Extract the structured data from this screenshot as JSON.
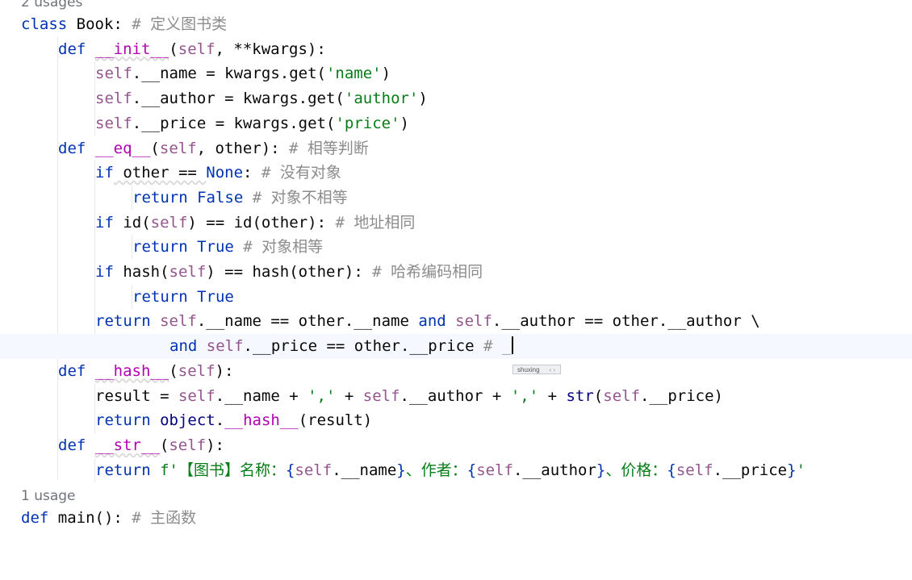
{
  "usage_hints": {
    "top": "2 usages",
    "bottom": "1 usage"
  },
  "code": {
    "l1": {
      "kw": "class",
      "name": " Book:",
      "cm": " # ",
      "cmt": "定义图书类"
    },
    "l2": {
      "kw": "def",
      "name": "__init__",
      "p1": "(",
      "self": "self",
      "rest": ", **kwargs):"
    },
    "l3": {
      "self": "self",
      "a": ".__name = kwargs.get(",
      "str": "'name'",
      "b": ")"
    },
    "l4": {
      "self": "self",
      "a": ".__author = kwargs.get(",
      "str": "'author'",
      "b": ")"
    },
    "l5": {
      "self": "self",
      "a": ".__price = kwargs.get(",
      "str": "'price'",
      "b": ")"
    },
    "l6": {
      "kw": "def",
      "name": "__eq__",
      "p1": "(",
      "self": "self",
      "rest": ", other):",
      "cm": " # ",
      "cmt": "相等判断"
    },
    "l7": {
      "kw": "if",
      "a": " other == ",
      "kw2": "None",
      "b": ":",
      "cm": " # ",
      "cmt": "没有对象"
    },
    "l8": {
      "kw": "return",
      "kw2": " False",
      "cm": " # ",
      "cmt": "对象不相等"
    },
    "l9": {
      "kw": "if",
      "a": " id(",
      "self": "self",
      "b": ") == id(other):",
      "cm": " # ",
      "cmt": "地址相同"
    },
    "l10": {
      "kw": "return",
      "kw2": " True",
      "cm": " # ",
      "cmt": "对象相等"
    },
    "l11": {
      "kw": "if",
      "a": " hash(",
      "self": "self",
      "b": ") == hash(other):",
      "cm": " # ",
      "cmt": "哈希编码相同"
    },
    "l12": {
      "kw": "return",
      "kw2": " True"
    },
    "l13": {
      "kw": "return",
      "self1": " self",
      "a": ".__name == other.__name ",
      "kw2": "and",
      "self2": " self",
      "b": ".__author == other.__author \\"
    },
    "l14": {
      "kw": "and",
      "self": " self",
      "a": ".__price == other.__price ",
      "cm": "# _"
    },
    "l15": {
      "kw": "def",
      "name": "__hash__",
      "p1": "(",
      "self": "self",
      "rest": "):"
    },
    "l16": {
      "a": "result = ",
      "self1": "self",
      "b": ".__name + ",
      "s1": "','",
      "c": " + ",
      "self2": "self",
      "d": ".__author + ",
      "s2": "','",
      "e": " + ",
      "fn": "str",
      "f": "(",
      "self3": "self",
      "g": ".__price)"
    },
    "l17": {
      "kw": "return",
      "a": " ",
      "fn": "object",
      "b": ".",
      "dn": "__hash__",
      "c": "(result)"
    },
    "l18": {
      "kw": "def",
      "name": "__str__",
      "p1": "(",
      "self": "self",
      "rest": "):"
    },
    "l19": {
      "kw": "return",
      "s0": " f'【图书】名称：",
      "o1": "{",
      "self1": "self",
      "v1": ".__name",
      "c1": "}",
      "s1": "、作者：",
      "o2": "{",
      "self2": "self",
      "v2": ".__author",
      "c2": "}",
      "s2": "、价格：",
      "o3": "{",
      "self3": "self",
      "v3": ".__price",
      "c3": "}",
      "s3": "'"
    },
    "l20": {
      "kw": "def",
      "a": " main(): ",
      "cm": "# 主函数"
    }
  },
  "ime_popup": {
    "text": "shuxing",
    "arrows": "‹ ›"
  }
}
